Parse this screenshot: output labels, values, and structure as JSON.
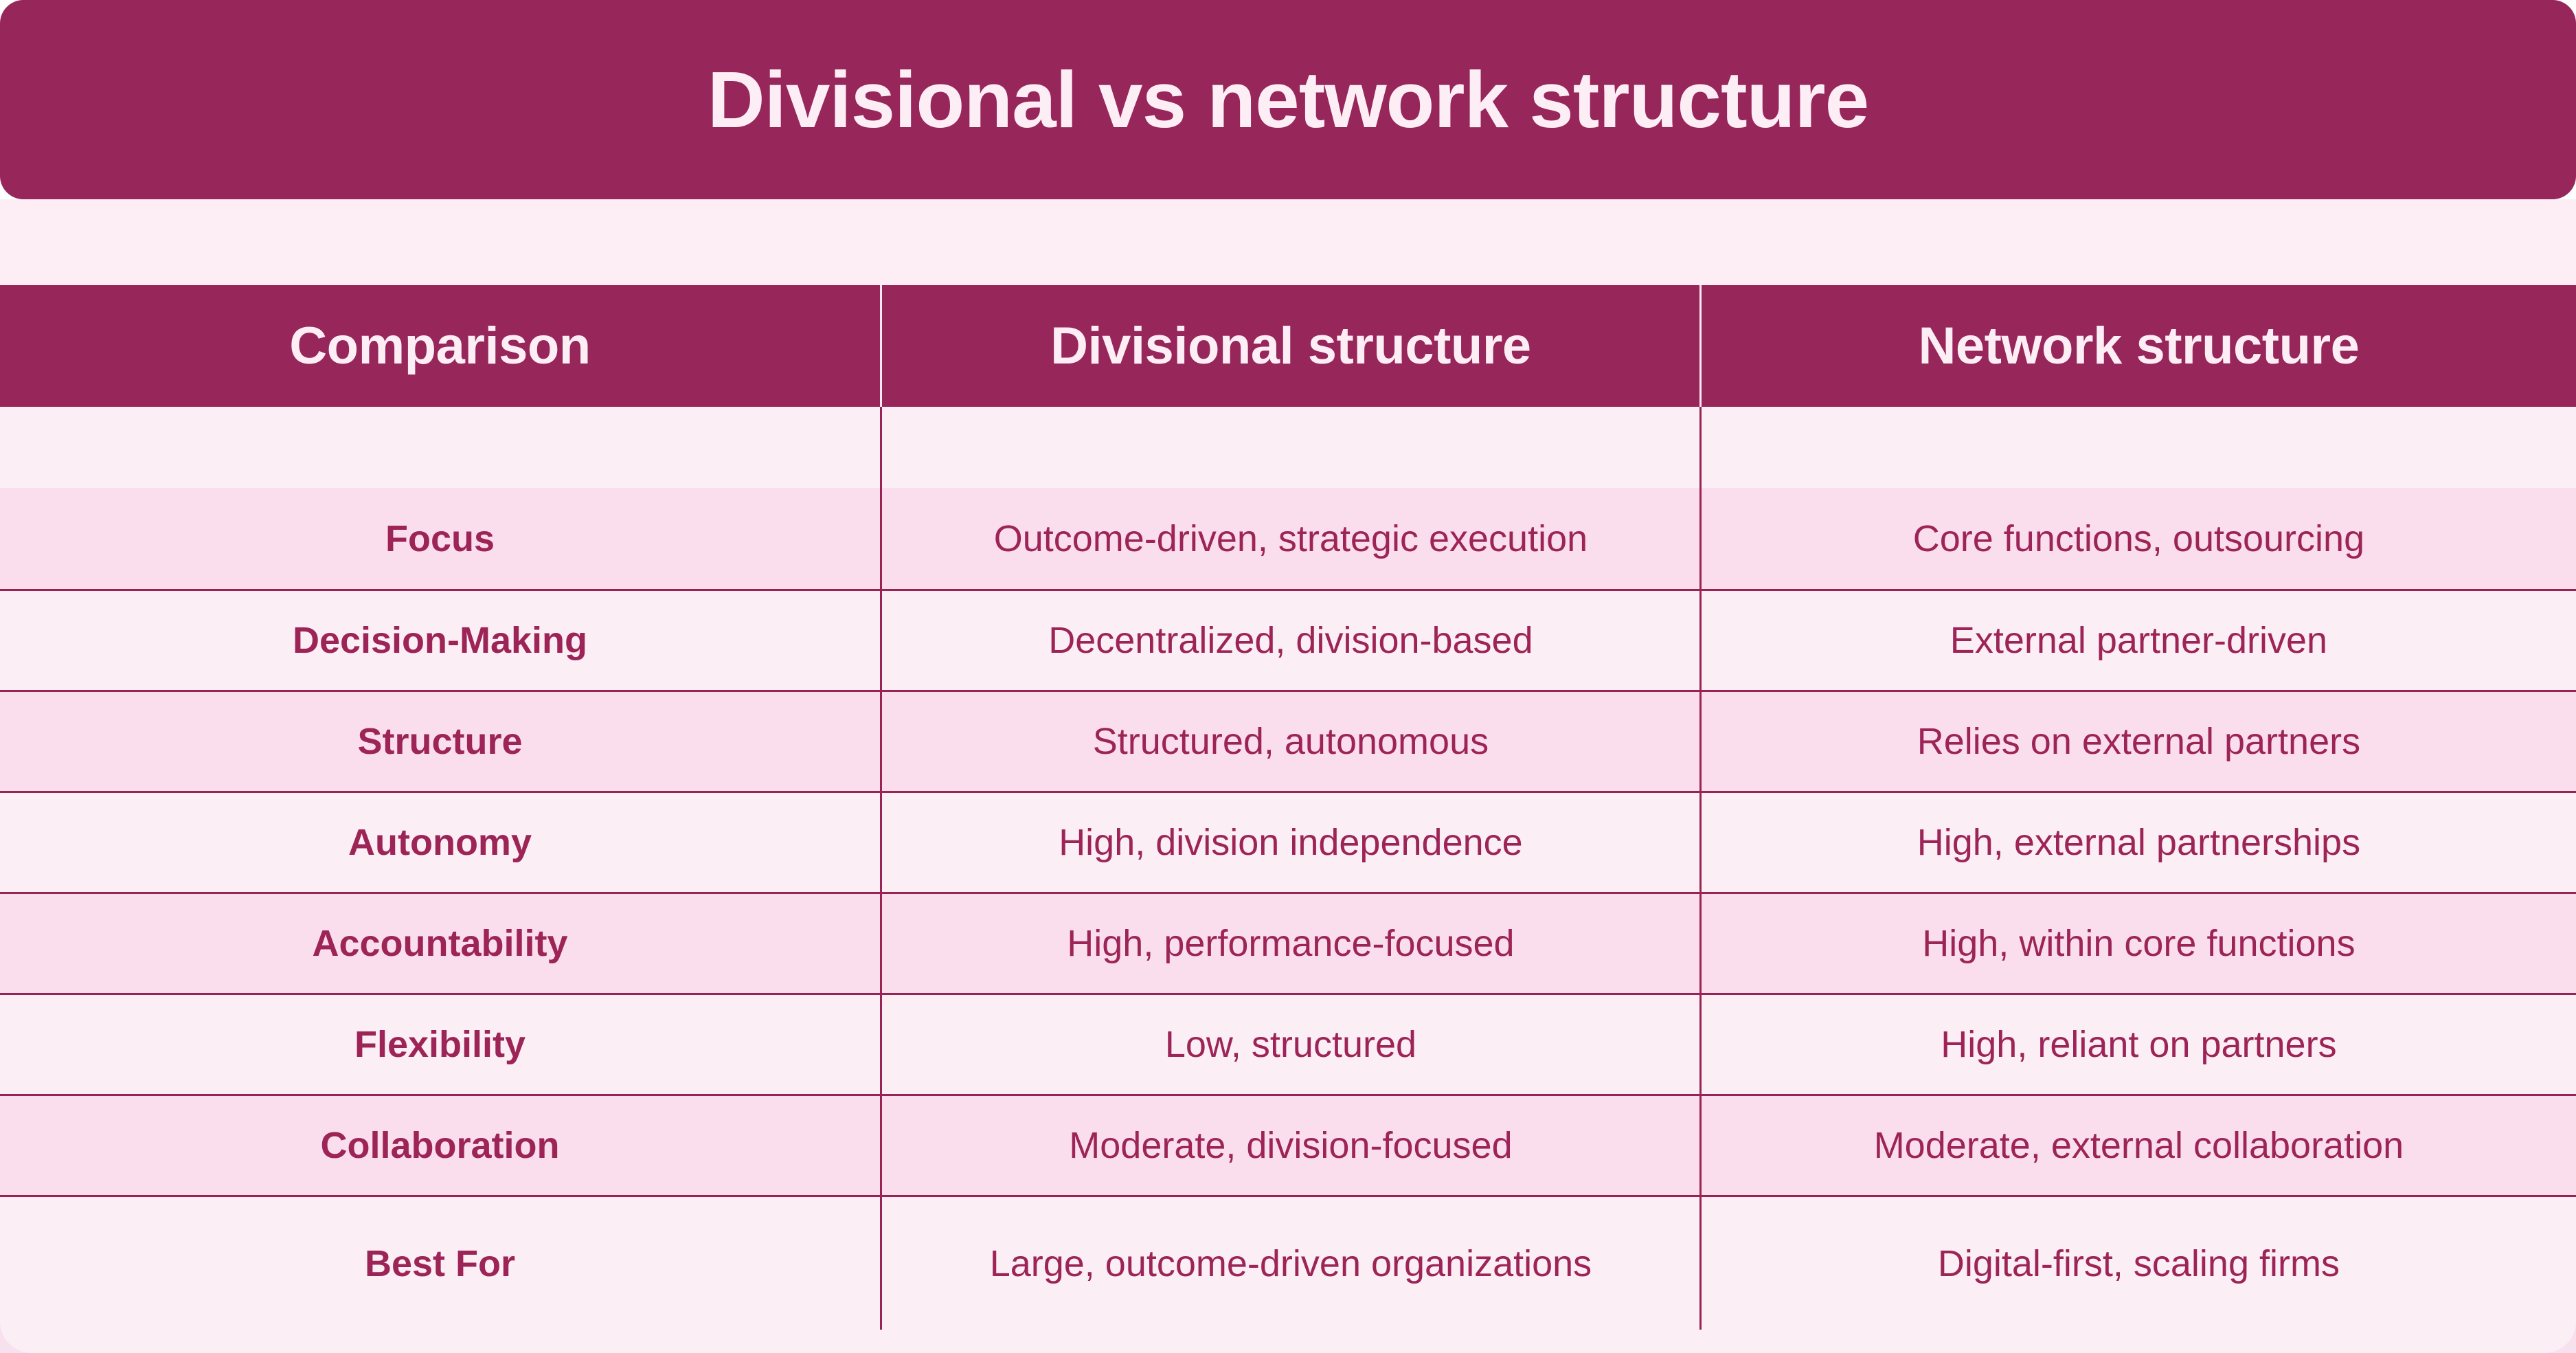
{
  "title": "Divisional vs network structure",
  "colors": {
    "berry_accent": "#97265a",
    "berry_line": "#9a2355",
    "berry_text": "#9d2457",
    "banner_text": "#fdeef6",
    "light_row": "#fceef5",
    "pink_row": "#fbdeed",
    "band": "#fdeef6",
    "behind_bottom_corners": "#f8e1ee",
    "behind_top_corners": "#ffffff"
  },
  "table": {
    "headers": [
      "Comparison",
      "Divisional structure",
      "Network structure"
    ],
    "rows": [
      {
        "label": "Focus",
        "divisional": "Outcome-driven, strategic execution",
        "network": "Core functions, outsourcing"
      },
      {
        "label": "Decision-Making",
        "divisional": "Decentralized, division-based",
        "network": "External partner-driven"
      },
      {
        "label": "Structure",
        "divisional": "Structured, autonomous",
        "network": "Relies on external partners"
      },
      {
        "label": "Autonomy",
        "divisional": "High, division independence",
        "network": "High, external partnerships"
      },
      {
        "label": "Accountability",
        "divisional": "High, performance-focused",
        "network": "High, within core functions"
      },
      {
        "label": "Flexibility",
        "divisional": "Low, structured",
        "network": "High, reliant on partners"
      },
      {
        "label": "Collaboration",
        "divisional": "Moderate, division-focused",
        "network": "Moderate, external collaboration"
      },
      {
        "label": "Best For",
        "divisional": "Large, outcome-driven organizations",
        "network": "Digital-first, scaling firms"
      }
    ]
  },
  "chart_data": {
    "type": "table",
    "title": "Divisional vs network structure",
    "columns": [
      "Comparison",
      "Divisional structure",
      "Network structure"
    ],
    "rows": [
      [
        "Focus",
        "Outcome-driven, strategic execution",
        "Core functions, outsourcing"
      ],
      [
        "Decision-Making",
        "Decentralized, division-based",
        "External partner-driven"
      ],
      [
        "Structure",
        "Structured, autonomous",
        "Relies on external partners"
      ],
      [
        "Autonomy",
        "High, division independence",
        "High, external partnerships"
      ],
      [
        "Accountability",
        "High, performance-focused",
        "High, within core functions"
      ],
      [
        "Flexibility",
        "Low, structured",
        "High, reliant on partners"
      ],
      [
        "Collaboration",
        "Moderate, division-focused",
        "Moderate, external collaboration"
      ],
      [
        "Best For",
        "Large, outcome-driven organizations",
        "Digital-first, scaling firms"
      ]
    ],
    "layout": {
      "striped_rows": true,
      "header_background": "#97265a",
      "row_separators": true
    }
  }
}
